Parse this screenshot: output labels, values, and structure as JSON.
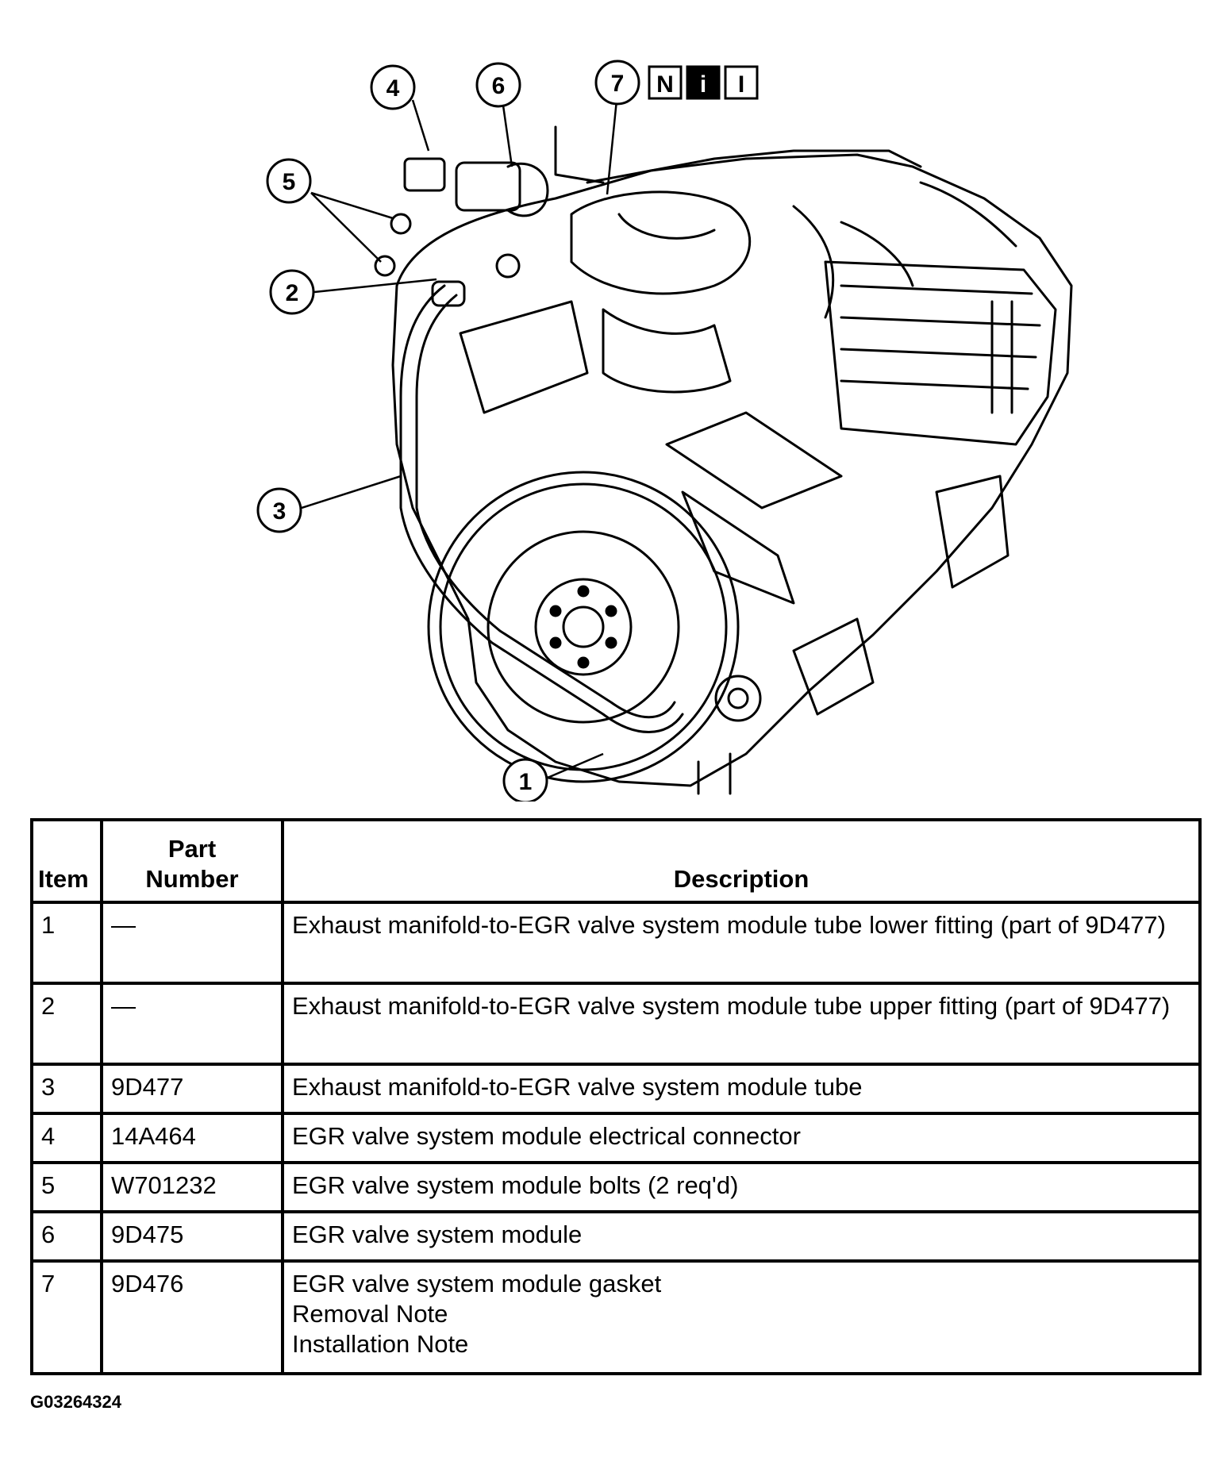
{
  "figure": {
    "callouts": [
      "1",
      "2",
      "3",
      "4",
      "5",
      "6",
      "7"
    ],
    "badges": [
      "N",
      "i",
      "I"
    ],
    "figure_code": "G03264324"
  },
  "table": {
    "headers": {
      "item": "Item",
      "part_line1": "Part",
      "part_line2": "Number",
      "description": "Description"
    },
    "rows": [
      {
        "item": "1",
        "part": "—",
        "description": [
          "Exhaust manifold-to-EGR valve system module tube lower fitting (part of 9D477)"
        ]
      },
      {
        "item": "2",
        "part": "—",
        "description": [
          "Exhaust manifold-to-EGR valve system module tube upper fitting (part of 9D477)"
        ]
      },
      {
        "item": "3",
        "part": "9D477",
        "description": [
          "Exhaust manifold-to-EGR valve system module tube"
        ]
      },
      {
        "item": "4",
        "part": "14A464",
        "description": [
          "EGR valve system module electrical connector"
        ]
      },
      {
        "item": "5",
        "part": "W701232",
        "description": [
          "EGR valve system module bolts (2 req'd)"
        ]
      },
      {
        "item": "6",
        "part": "9D475",
        "description": [
          "EGR valve system module"
        ]
      },
      {
        "item": "7",
        "part": "9D476",
        "description": [
          "EGR valve system module gasket",
          "Removal  Note",
          "Installation Note"
        ]
      }
    ]
  }
}
